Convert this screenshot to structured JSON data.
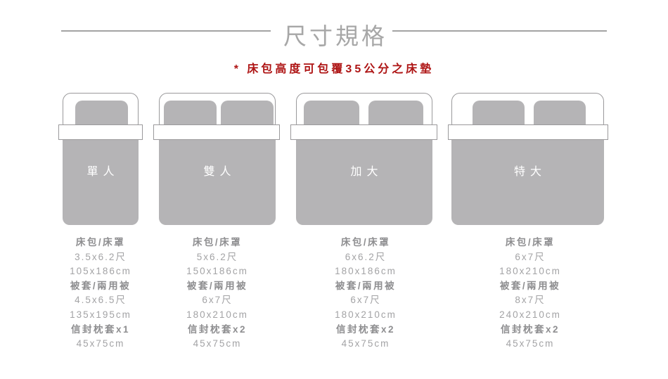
{
  "header": {
    "title": "尺寸規格",
    "note": "* 床包高度可包覆35公分之床墊"
  },
  "colors": {
    "fill_gray": "#b5b4b6",
    "outline_gray": "#9a999b",
    "title_gray": "#a7a7a7",
    "divider_gray": "#a3a3a3",
    "spec_label_gray": "#8e8e90",
    "spec_value_gray": "#a3a3a5",
    "note_red": "#ae1414",
    "bed_label_white": "#ffffff"
  },
  "sizes": [
    {
      "name": "單人",
      "pillow_count": 1,
      "specs": [
        {
          "label": "床包/床罩",
          "size_tw": "3.5x6.2尺",
          "size_cm": "105x186cm"
        },
        {
          "label": "被套/兩用被",
          "size_tw": "4.5x6.5尺",
          "size_cm": "135x195cm"
        },
        {
          "label": "信封枕套x1",
          "size_cm": "45x75cm"
        }
      ]
    },
    {
      "name": "雙人",
      "pillow_count": 2,
      "specs": [
        {
          "label": "床包/床罩",
          "size_tw": "5x6.2尺",
          "size_cm": "150x186cm"
        },
        {
          "label": "被套/兩用被",
          "size_tw": "6x7尺",
          "size_cm": "180x210cm"
        },
        {
          "label": "信封枕套x2",
          "size_cm": "45x75cm"
        }
      ]
    },
    {
      "name": "加大",
      "pillow_count": 2,
      "specs": [
        {
          "label": "床包/床罩",
          "size_tw": "6x6.2尺",
          "size_cm": "180x186cm"
        },
        {
          "label": "被套/兩用被",
          "size_tw": "6x7尺",
          "size_cm": "180x210cm"
        },
        {
          "label": "信封枕套x2",
          "size_cm": "45x75cm"
        }
      ]
    },
    {
      "name": "特大",
      "pillow_count": 2,
      "specs": [
        {
          "label": "床包/床罩",
          "size_tw": "6x7尺",
          "size_cm": "180x210cm"
        },
        {
          "label": "被套/兩用被",
          "size_tw": "8x7尺",
          "size_cm": "240x210cm"
        },
        {
          "label": "信封枕套x2",
          "size_cm": "45x75cm"
        }
      ]
    }
  ]
}
